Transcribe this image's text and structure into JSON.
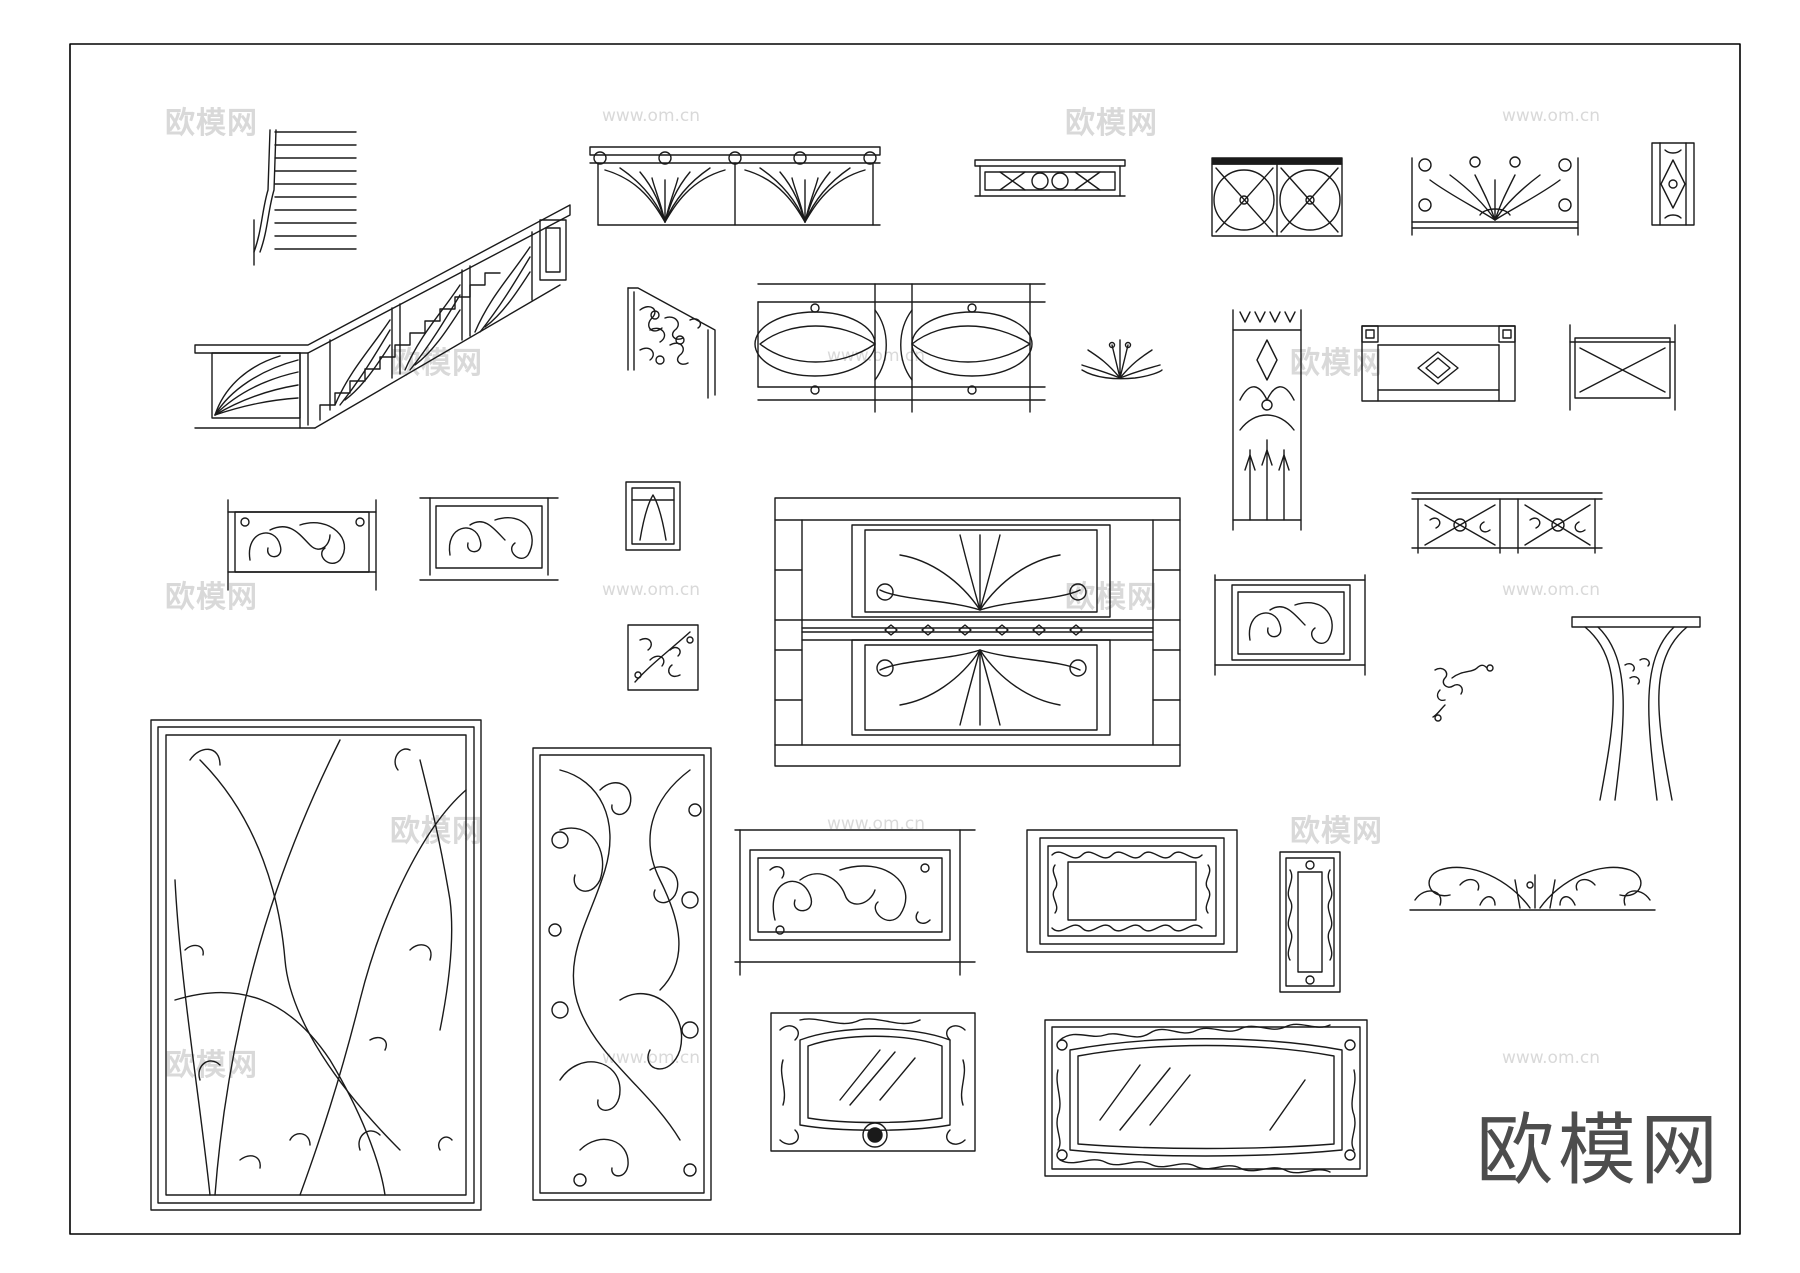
{
  "watermark": {
    "cn": "欧模网",
    "url": "www.om.cn"
  },
  "brand_logo_text": "欧模网",
  "colors": {
    "line": "#1a1a1a",
    "frame": "#000000",
    "watermark": "#d9d9d9",
    "brand": "#4d4d4d"
  }
}
